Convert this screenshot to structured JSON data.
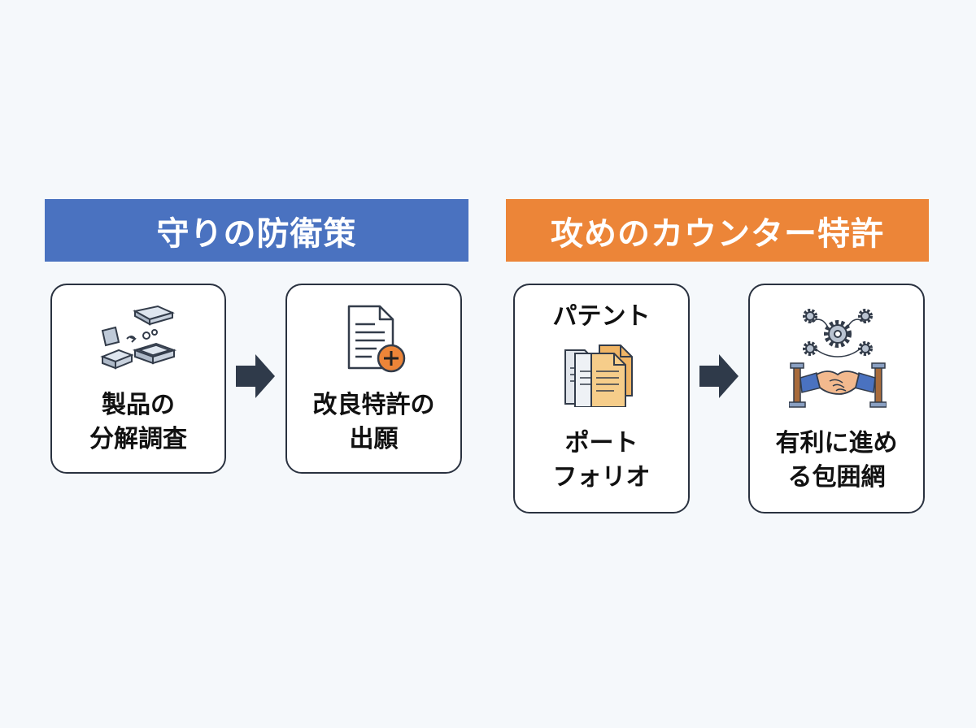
{
  "left_section": {
    "title": "守りの防衛策",
    "color": "#4a72c0",
    "steps": [
      {
        "line1": "製品の",
        "line2": "分解調査",
        "icon": "disassembly-icon"
      },
      {
        "line1": "改良特許の",
        "line2": "出願",
        "icon": "document-add-icon"
      }
    ]
  },
  "right_section": {
    "title": "攻めのカウンター特許",
    "color": "#ec8538",
    "steps": [
      {
        "top": "パテント",
        "line1": "ポート",
        "line2": "フォリオ",
        "icon": "documents-stack-icon"
      },
      {
        "line1": "有利に進め",
        "line2": "る包囲網",
        "icon": "handshake-gears-icon"
      }
    ]
  }
}
